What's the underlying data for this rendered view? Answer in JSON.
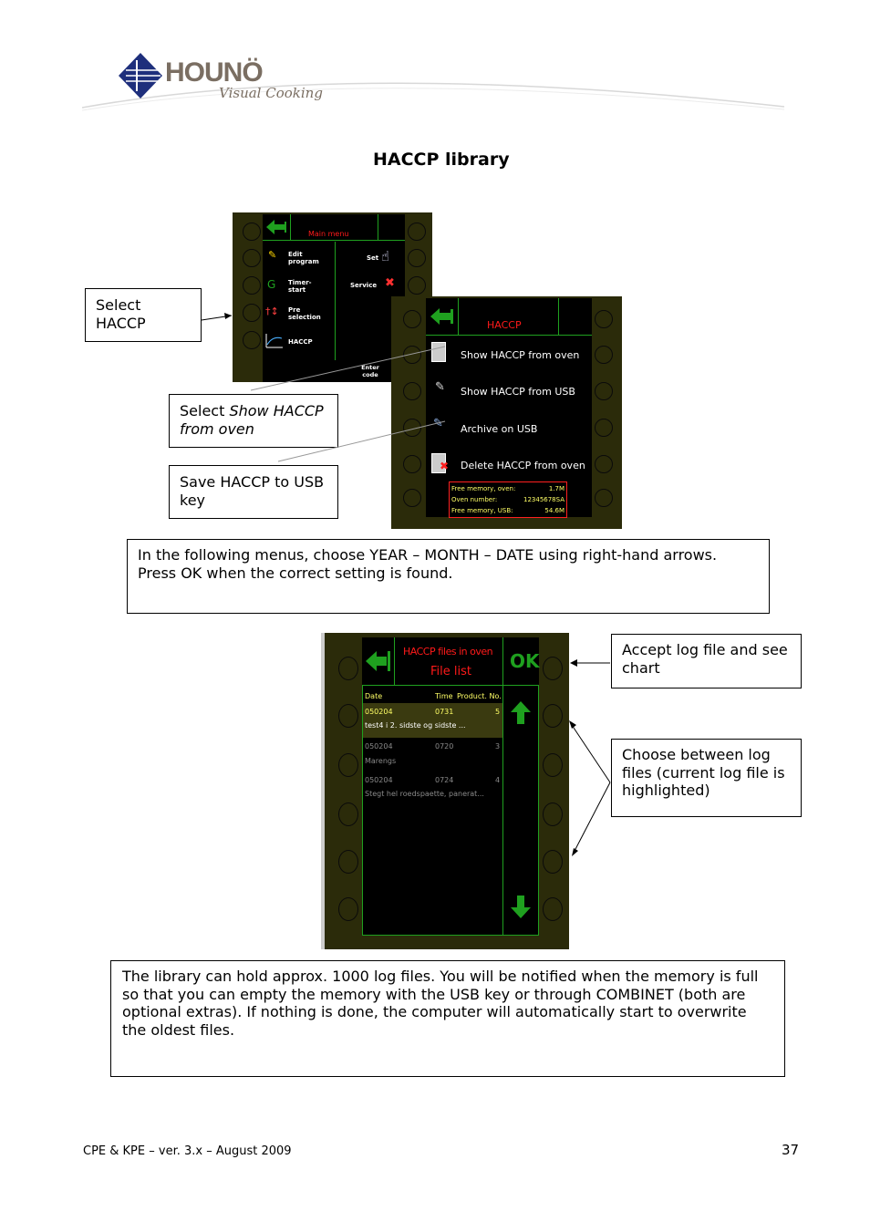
{
  "header": {
    "logo_name": "HOUNÖ",
    "logo_tagline": "Visual Cooking"
  },
  "page_title": "HACCP library",
  "callouts": {
    "select_haccp": "Select HACCP",
    "select_show_prefix": "Select ",
    "select_show_italic": "Show HACCP from oven",
    "save_haccp": "Save HACCP to USB key",
    "instruction": "In the following menus, choose YEAR – MONTH – DATE using right-hand arrows. Press OK when the correct setting is found.",
    "accept_log": "Accept log file and see chart",
    "choose_log": "Choose between log files (current log file is highlighted)",
    "library_note": "The library can hold approx. 1000 log files. You will be notified when the memory is full so that you can empty the memory with the USB key or through COMBINET (both are optional extras). If nothing is done, the computer will automatically start to overwrite the oldest files."
  },
  "main_menu_screen": {
    "title": "Main menu",
    "items_left": [
      "Edit program",
      "Timer-start",
      "Pre selection",
      "HACCP"
    ],
    "items_right": [
      "Set",
      "Service",
      "Enter code"
    ]
  },
  "haccp_screen": {
    "title": "HACCP",
    "items": [
      "Show HACCP from oven",
      "Show HACCP from USB",
      "Archive on USB",
      "Delete HACCP from oven"
    ],
    "info": [
      {
        "label": "Free memory, oven:",
        "value": "1.7M"
      },
      {
        "label": "Oven number:",
        "value": "12345678SA"
      },
      {
        "label": "Free memory, USB:",
        "value": "54.6M"
      }
    ]
  },
  "file_list_screen": {
    "title_line1": "HACCP files in oven",
    "title_line2": "File list",
    "ok_label": "OK",
    "col_date": "Date",
    "col_time": "Time",
    "col_product": "Product. No.",
    "rows": [
      {
        "date": "050204",
        "time": "0731",
        "product": "5",
        "name": "test4 i 2. sidste og sidste ...",
        "highlighted": true
      },
      {
        "date": "050204",
        "time": "0720",
        "product": "3",
        "name": "Marengs",
        "highlighted": false
      },
      {
        "date": "050204",
        "time": "0724",
        "product": "4",
        "name": "Stegt hel roedspaette, panerat...",
        "highlighted": false
      }
    ]
  },
  "footer": {
    "left": "CPE & KPE – ver. 3.x – August 2009",
    "page_number": "37"
  },
  "colors": {
    "screen_bg": "#000000",
    "frame": "#2b2b0a",
    "accent_green": "#1fa01f",
    "title_red": "#ff1a1a"
  }
}
